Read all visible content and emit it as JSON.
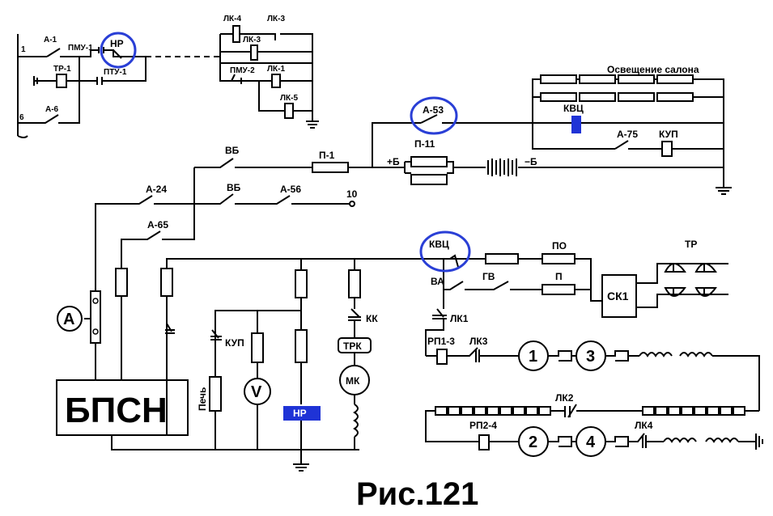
{
  "title": "Рис.121",
  "labels": {
    "a1": "А-1",
    "pmu1": "ПМУ-1",
    "nr_top": "НР",
    "tr1": "ТР-1",
    "ptu1": "ПТУ-1",
    "a6": "А-6",
    "wire1": "1",
    "wire6": "6",
    "lk4": "ЛК-4",
    "lk3a": "ЛК-3",
    "lk3b": "ЛК-3",
    "lk1": "ЛК-1",
    "pmu2": "ПМУ-2",
    "lk5": "ЛК-5",
    "lighting": "Освещение салона",
    "a53": "А-53",
    "kvc_top": "КВЦ",
    "a75": "А-75",
    "kup_top": "КУП",
    "vb1": "ВБ",
    "p1": "П-1",
    "plus_b": "+Б",
    "p11": "П-11",
    "minus_b": "−Б",
    "a24": "А-24",
    "vb2": "ВБ",
    "a56": "А-56",
    "wire10": "10",
    "a65": "А-65",
    "ammeter": "А",
    "bpsn": "БПСН",
    "kup_mid": "КУП",
    "pech": "Печь",
    "voltmeter": "V",
    "nr_blue": "НР",
    "kk": "КК",
    "trk": "ТРК",
    "mk": "МК",
    "kvc_mid": "КВЦ",
    "va": "ВА",
    "po": "ПО",
    "gv": "ГВ",
    "p": "П",
    "sk1": "СК1",
    "tr": "ТР",
    "lk1_b": "ЛК1",
    "rp13": "РП1-3",
    "lk3_b": "ЛК3",
    "m1": "1",
    "m3": "3",
    "lk2": "ЛК2",
    "rp24": "РП2-4",
    "m2": "2",
    "m4": "4",
    "lk4_b": "ЛК4"
  },
  "colors": {
    "highlight": "#2a3fd6",
    "indicator": "#1f33d6",
    "wire": "#000000"
  }
}
